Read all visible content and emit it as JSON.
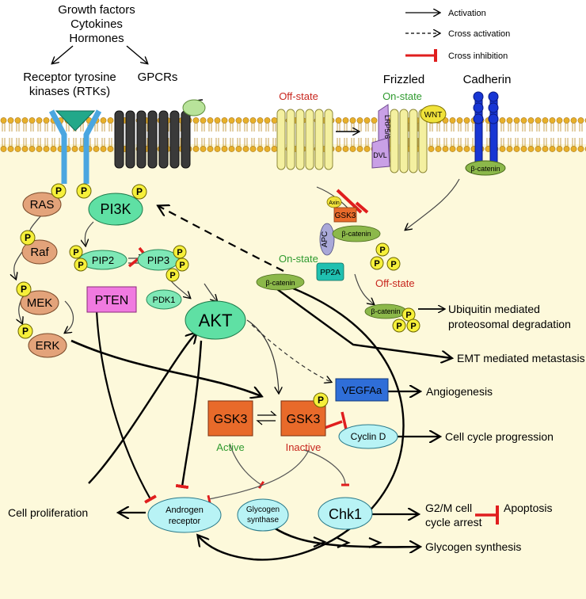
{
  "top_inputs": [
    "Growth factors",
    "Cytokines",
    "Hormones"
  ],
  "receptors": {
    "rtk_line1": "Receptor tyrosine",
    "rtk_line2": "kinases (RTKs)",
    "gpcrs": "GPCRs"
  },
  "legend": {
    "activation": "Activation",
    "cross_activation": "Cross activation",
    "cross_inhibition": "Cross inhibition"
  },
  "wnt": {
    "frizzled": "Frizzled",
    "off_state": "Off-state",
    "on_state": "On-state",
    "wnt": "WNT",
    "lrp": "LRP5/6",
    "dvl": "DVL",
    "cadherin": "Cadherin"
  },
  "nodes": {
    "ras": "RAS",
    "raf": "Raf",
    "mek": "MEK",
    "erk": "ERK",
    "pi3k": "PI3K",
    "pip2": "PIP2",
    "pip3": "PIP3",
    "pten": "PTEN",
    "pdk1": "PDK1",
    "akt": "AKT",
    "gsk3": "GSK3",
    "axin": "Axin",
    "apc": "APC",
    "beta_catenin": "β-catenin",
    "pp2a": "PP2A",
    "vegfa": "VEGFAa",
    "cyclin_d": "Cyclin D",
    "chk1": "Chk1",
    "ar_line1": "Androgen",
    "ar_line2": "receptor",
    "gs_line1": "Glycogen",
    "gs_line2": "synthase",
    "active": "Active",
    "inactive": "Inactive",
    "phospho": "P",
    "on_state2": "On-state",
    "off_state2": "Off-state"
  },
  "outcomes": {
    "ubiquitin_line1": "Ubiquitin mediated",
    "ubiquitin_line2": "proteosomal degradation",
    "emt": "EMT mediated metastasis",
    "angiogenesis": "Angiogenesis",
    "cell_cycle": "Cell cycle progression",
    "g2m_line1": "G2/M cell",
    "g2m_line2": "cycle arrest",
    "apoptosis": "Apoptosis",
    "cell_proliferation": "Cell proliferation",
    "glycogen_synthesis": "Glycogen synthesis"
  },
  "colors": {
    "cytoplasm": "#fdf9db",
    "membrane_head": "#e8b02a",
    "ras_chain": "#e3a37a",
    "pi3k": "#5fe0a4",
    "pten": "#f07ae0",
    "gsk3": "#e86a2a",
    "cyan_node": "#b8f3f5",
    "phospho": "#f6f03a",
    "beta_catenin": "#8cb84a",
    "vegfa": "#2f6ed8",
    "inhibition": "#e01e1e",
    "cadherin": "#1836d4"
  }
}
